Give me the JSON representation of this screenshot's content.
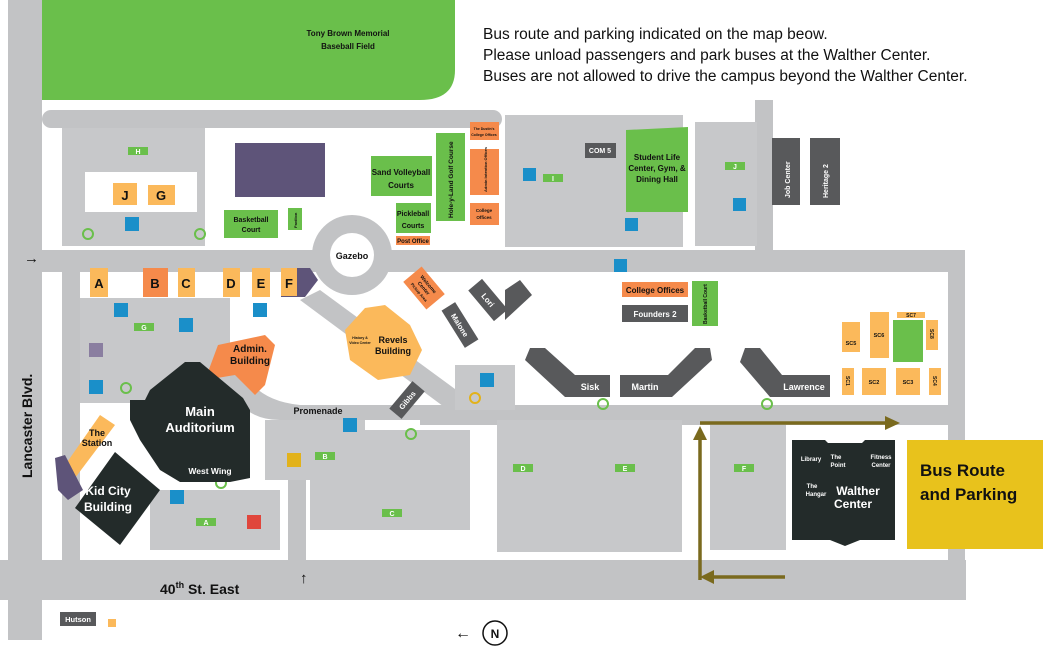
{
  "notice": {
    "lines": [
      "Bus route and parking indicated on the map beow.",
      "Please unload passengers and park buses at the Walther Center.",
      "Buses are not allowed to drive the campus beyond the Walther Center."
    ]
  },
  "legend": {
    "bus_route_line1": "Bus Route",
    "bus_route_line2": "and Parking",
    "color": "#e8c21c"
  },
  "roads": {
    "lancaster": "Lancaster Blvd.",
    "fortieth_main": "40",
    "fortieth_sup": "th",
    "fortieth_rest": " St. East",
    "promenade": "Promenade",
    "gazebo": "Gazebo"
  },
  "compass": {
    "north": "N",
    "arrow": "←"
  },
  "arrows": {
    "entrance_west": "→",
    "entrance_south": "↑"
  },
  "fields": {
    "baseball_1": "Tony Brown Memorial",
    "baseball_2": "Baseball Field"
  },
  "buildings": {
    "sand_volleyball_1": "Sand Volleyball",
    "sand_volleyball_2": "Courts",
    "pickleball_1": "Pickleball",
    "pickleball_2": "Courts",
    "post_office": "Post Office",
    "golf": "Hole-y-Land Golf Course",
    "dustin_1": "The Dustin's",
    "dustin_2": "College Offices",
    "admin_intention": "Admin Intention Offices",
    "college_offices_small_1": "College",
    "college_offices_small_2": "Offices",
    "basketball_1": "Basketball",
    "basketball_2": "Court",
    "pavilion": "Pavilion",
    "com5": "COM 5",
    "student_life_1": "Student Life",
    "student_life_2": "Center, Gym, &",
    "student_life_3": "Dining Hall",
    "job_center": "Job Center",
    "heritage2": "Heritage 2",
    "A": "A",
    "B": "B",
    "C": "C",
    "D": "D",
    "E": "E",
    "F": "F",
    "J": "J",
    "G": "G",
    "admin_1": "Admin.",
    "admin_2": "Building",
    "main_aud_1": "Main",
    "main_aud_2": "Auditorium",
    "west_wing": "West Wing",
    "station_1": "The",
    "station_2": "Station",
    "kid_city_1": "Kid City",
    "kid_city_2": "Building",
    "revels_1": "Revels",
    "revels_2": "Building",
    "history_1": "History &",
    "history_2": "Video Center",
    "welcome_1": "Welcome",
    "welcome_2": "Center",
    "welcome_3": "Pickup Area",
    "lori": "Lori",
    "malone": "Malone",
    "gibbs": "Gibbs",
    "sisk": "Sisk",
    "martin": "Martin",
    "lawrence": "Lawrence",
    "college_offices": "College Offices",
    "founders2": "Founders 2",
    "basketball_court_v": "Basketball Court",
    "sc1": "SC1",
    "sc2": "SC2",
    "sc3": "SC3",
    "sc4": "SC4",
    "sc5": "SC5",
    "sc6": "SC6",
    "sc7": "SC7",
    "sc8": "SC8",
    "library": "Library",
    "point_1": "The",
    "point_2": "Point",
    "fitness_1": "Fitness",
    "fitness_2": "Center",
    "hangar_1": "The",
    "hangar_2": "Hangar",
    "walther_1": "Walther",
    "walther_2": "Center",
    "hutson": "Hutson"
  },
  "parking_lots": {
    "A": "A",
    "B": "B",
    "C": "C",
    "D": "D",
    "E": "E",
    "F": "F",
    "G": "G",
    "H": "H",
    "I": "I",
    "J": "J"
  },
  "colors": {
    "green": "#6abf4b",
    "orange": "#f58a4b",
    "light_orange": "#fbb95b",
    "dark": "#232b2a",
    "gray_building": "#58595b",
    "purple": "#5e5479",
    "route": "#7a6a1e",
    "accessible": "#1a8fc9"
  }
}
